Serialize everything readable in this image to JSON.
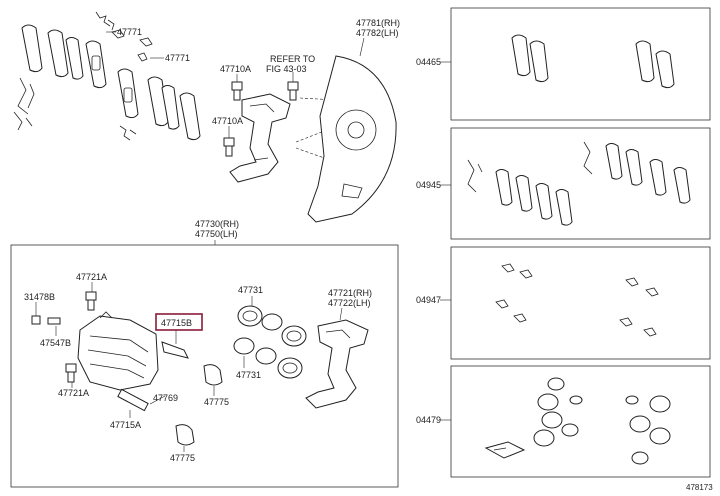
{
  "labels": {
    "p47771a": "47771",
    "p47771b": "47771",
    "p47710a_top": "47710A",
    "p47710a_bot": "47710A",
    "refer_line1": "REFER TO",
    "refer_line2": "FIG 43-03",
    "p47781": "47781(RH)",
    "p47782": "47782(LH)",
    "p47730": "47730(RH)",
    "p47750": "47750(LH)",
    "p47721a_top": "47721A",
    "p31478b": "31478B",
    "p47547b": "47547B",
    "p47721a_bot": "47721A",
    "p47715a": "47715A",
    "p47715b": "47715B",
    "p47769": "47769",
    "p47775a": "47775",
    "p47775b": "47775",
    "p47731a": "47731",
    "p47731b": "47731",
    "p47721": "47721(RH)",
    "p47722": "47722(LH)",
    "k04465": "04465",
    "k04945": "04945",
    "k04947": "04947",
    "k04479": "04479",
    "fig_no": "478173"
  },
  "colors": {
    "highlight": "#8b1a3a",
    "ink": "#222222"
  }
}
